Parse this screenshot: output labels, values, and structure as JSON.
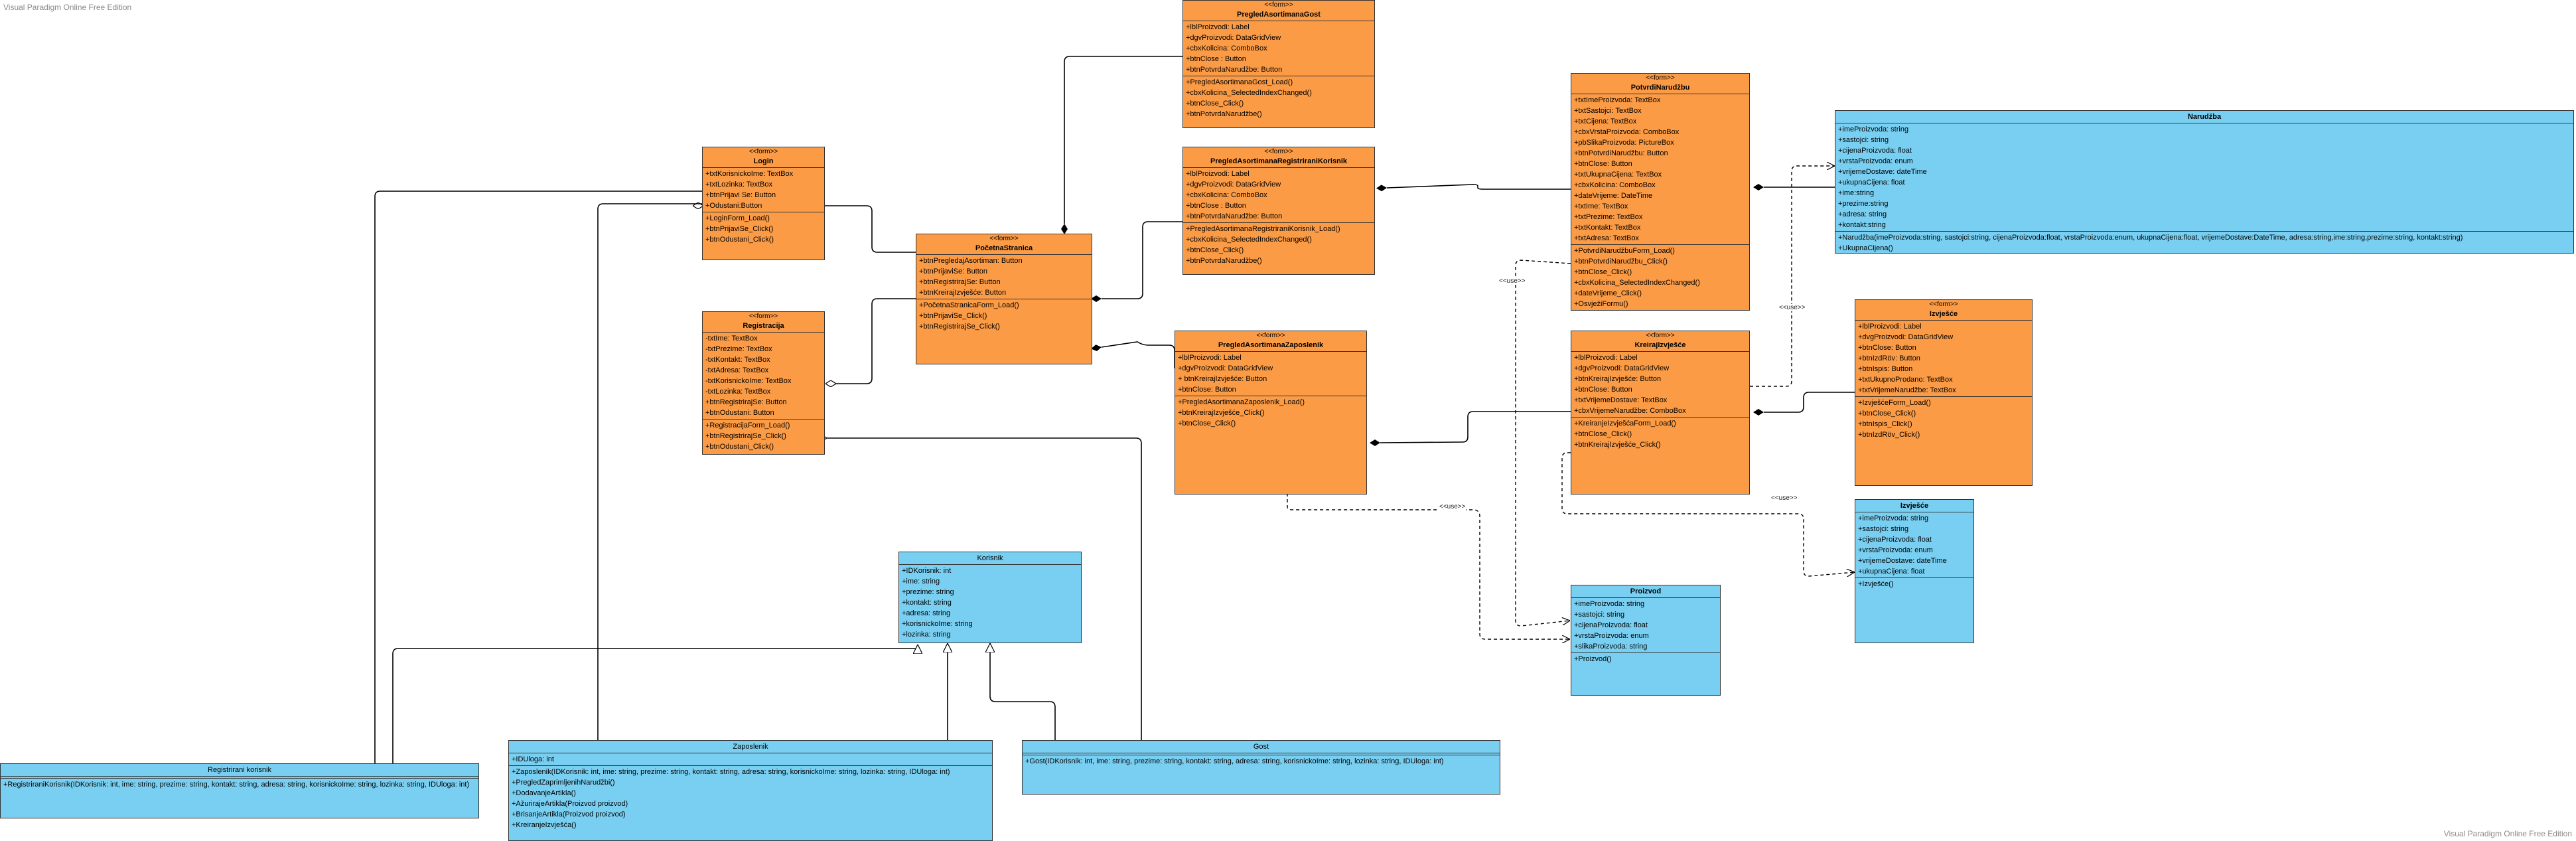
{
  "watermark_top": "Visual Paradigm Online Free Edition",
  "watermark_bottom": "Visual Paradigm Online Free Edition",
  "use_label": "<<use>>",
  "classes": {
    "pregledGost": {
      "stereotype": "<<form>>",
      "name": "PregledAsortimanaGost",
      "attributes": [
        "+lblProizvodi: Label",
        "+dgvProizvodi: DataGridView",
        "+cbxKolicina: ComboBox",
        "+btnClose : Button",
        "+btnPotvrdaNarudžbe: Button"
      ],
      "operations": [
        "+PregledAsortimanaGost_Load()",
        "+cbxKolicina_SelectedIndexChanged()",
        "+btnClose_Click()",
        "+btnPotvrdaNarudžbe()"
      ]
    },
    "potvrdi": {
      "stereotype": "<<form>>",
      "name": "PotvrdiNarudžbu",
      "attributes": [
        "+txtImeProizvoda: TextBox",
        "+txtSastojci: TextBox",
        "+txtCijena: TextBox",
        "+cbxVrstaProizvoda: ComboBox",
        "+pbSlikaProizvoda: PictureBox",
        "+btnPotvrdiNarudžbu: Button",
        "+btnClose: Button",
        "+txtUkupnaCijena: TextBox",
        "+cbxKolicina: ComboBox",
        "+dateVrijeme: DateTime",
        "+txtIme: TextBox",
        "+txtPrezime: TextBox",
        "+txtKontakt: TextBox",
        "+txtAdresa: TextBox"
      ],
      "operations": [
        "+PotvrdiNarudžbuForm_Load()",
        "+btnPotvrdiNarudžbu_Click()",
        "+btnClose_Click()",
        "+cbxKolicina_SelectedIndexChanged()",
        "+dateVrijeme_Click()",
        "+OsvježiFormu()"
      ]
    },
    "narudzba": {
      "stereotype": "",
      "name": "Narudžba",
      "attributes": [
        "+imeProizvoda: string",
        "+sastojci: string",
        "+cijenaProizvoda: float",
        "+vrstaProizvoda: enum",
        "+vrijemeDostave: dateTime",
        "+ukupnaCijena: float",
        "+ime:string",
        "+prezime:string",
        "+adresa: string",
        "+kontakt:string"
      ],
      "operations": [
        "+Narudžba(imeProizvoda:string, sastojci:string, cijenaProizvoda:float, vrstaProizvoda:enum, ukupnaCijena:float, vrijemeDostave:DateTime, adresa:string,ime:string,prezime:string, kontakt:string)",
        "+UkupnaCijena()"
      ]
    },
    "login": {
      "stereotype": "<<form>>",
      "name": "Login",
      "attributes": [
        "+txtKorisnickoIme: TextBox",
        "+txtLozinka: TextBox",
        "+btnPrijavi Se: Button",
        "+Odustani:Button"
      ],
      "operations": [
        "+LoginForm_Load()",
        "+btnPrijaviSe_Click()",
        "+btnOdustani_Click()"
      ]
    },
    "pregledRegistrirani": {
      "stereotype": "<<form>>",
      "name": "PregledAsortimanaRegistrirаniKorisnik",
      "attributes": [
        "+lblProizvodi: Label",
        "+dgvProizvodi: DataGridView",
        "+cbxKolicina: ComboBox",
        "+btnClose : Button",
        "+btnPotvrdaNarudžbe: Button"
      ],
      "operations": [
        "+PregledAsortimanaRegistrirаniKorisnik_Load()",
        "+cbxKolicina_SelectedIndexChanged()",
        "+btnClose_Click()",
        "+btnPotvrdaNarudžbe()"
      ]
    },
    "pocetna": {
      "stereotype": "<<form>>",
      "name": "PočetnaStranica",
      "attributes": [
        "+btnPregledajAsortiman: Button",
        "+btnPrijaviSe: Button",
        "+btnRegistrirajSe: Button",
        "+btnKreirajIzvješće: Button"
      ],
      "operations": [
        "+PočetnaStranicaForm_Load()",
        "+btnPrijaviSe_Click()",
        "+btnRegistrirajSe_Click()"
      ]
    },
    "registracija": {
      "stereotype": "<<form>>",
      "name": "Registracija",
      "attributes": [
        "-txtIme: TextBox",
        "-txtPrezime: TextBox",
        "-txtKontakt: TextBox",
        "-txtAdresa: TextBox",
        "-txtKorisnickoIme: TextBox",
        "-txtLozinka: TextBox",
        "+btnRegistrirajSe: Button",
        "+btnOdustani: Button"
      ],
      "operations": [
        "+RegistracijaForm_Load()",
        "+btnRegistrirajSe_Click()",
        "+btnOdustani_Click()"
      ]
    },
    "pregledZaposlenik": {
      "stereotype": "<<form>>",
      "name": "PregledAsortimanaZaposlenik",
      "attributes": [
        "+lblProizvodi: Label",
        "+dgvProizvodi: DataGridView",
        "+ btnKreirajIzvješće: Button",
        "+btnClose: Button"
      ],
      "operations": [
        "+PregledAsortimanaZaposlenik_Load()",
        "+btnKreirajIzvješće_Click()",
        "+btnClose_Click()"
      ]
    },
    "kreirajIzvjesce": {
      "stereotype": "<<form>>",
      "name": "KreirajIzvješće",
      "attributes": [
        "+lblProizvodi: Label",
        "+dgvProizvodi: DataGridView",
        "+btnKreirajIzvješće: Button",
        "+btnClose: Button",
        "+txtVrijemeDostave: TextBox",
        "+cbxVrijemeNarudžbe: ComboBox"
      ],
      "operations": [
        "+KreiranjeIzvješćaForm_Load()",
        "+btnClose_Click()",
        "+btnKreirajIzvješće_Click()"
      ]
    },
    "izvjesceForm": {
      "stereotype": "<<form>>",
      "name": "Izvješće",
      "attributes": [
        "+lblProizvodi: Label",
        "+dvgProizvodi: DataGridView",
        "+btnClose: Button",
        "+btnIzdRöv: Button",
        "+btnIspis: Button",
        "+txtUkupnoProdano: TextBox",
        "+txtVrijemeNarudžbe: TextBox"
      ],
      "operations": [
        "+IzvješćeForm_Load()",
        "+btnClose_Click()",
        "+btnIspis_Click()",
        "+btnIzdRöv_Click()"
      ]
    },
    "izvjesceClass": {
      "stereotype": "",
      "name": "Izvješće",
      "attributes": [
        "+imeProizvoda: string",
        "+sastojci: string",
        "+cijenaProizvoda: float",
        "+vrstaProizvoda: enum",
        "+vrijemeDostave: dateTime",
        "+ukupnaCijena: float"
      ],
      "operations": [
        "+Izvješće()"
      ]
    },
    "korisnik": {
      "stereotype": "",
      "name": "Korisnik",
      "attributes": [
        "+IDKorisnik: int",
        "+ime: string",
        "+prezime: string",
        "+kontakt: string",
        "+adresa: string",
        "+korisnickoIme: string",
        "+lozinka: string"
      ],
      "operations": []
    },
    "proizvod": {
      "stereotype": "",
      "name": "Proizvod",
      "attributes": [
        "+imeProizvoda: string",
        "+sastojci: string",
        "+cijenaProizvoda: float",
        "+vrstaProizvoda: enum",
        "+slikaProizvoda: string"
      ],
      "operations": [
        "+Proizvod()"
      ]
    },
    "registrirani": {
      "stereotype": "",
      "name": "Registrirani korisnik",
      "attributes": [],
      "operations": [
        "+RegistriraniKorisnik(IDKorisnik: int, ime: string, prezime: string, kontakt: string, adresa: string, korisnickoIme: string, lozinka: string, IDUloga: int)"
      ]
    },
    "zaposlenik": {
      "stereotype": "",
      "name": "Zaposlenik",
      "attributes": [
        "+IDUloga: int"
      ],
      "operations": [
        "+Zaposlenik(IDKorisnik: int, ime: string, prezime: string, kontakt: string, adresa: string, korisnickoIme: string, lozinka: string, IDUloga: int)",
        "+PregledZaprimljenihNarudžbi()",
        "+DodavanjeArtikla()",
        "+AžurirajeArtikla(Proizvod proizvod)",
        "+BrisanjeArtikla(Proizvod proizvod)",
        "+KreiranjeIzvješća()"
      ]
    },
    "gost": {
      "stereotype": "",
      "name": "Gost",
      "attributes": [],
      "operations": [
        "+Gost(IDKorisnik: int, ime: string, prezime: string, kontakt: string, adresa: string, korisnickoIme: string, lozinka: string, IDUloga: int)"
      ]
    }
  }
}
